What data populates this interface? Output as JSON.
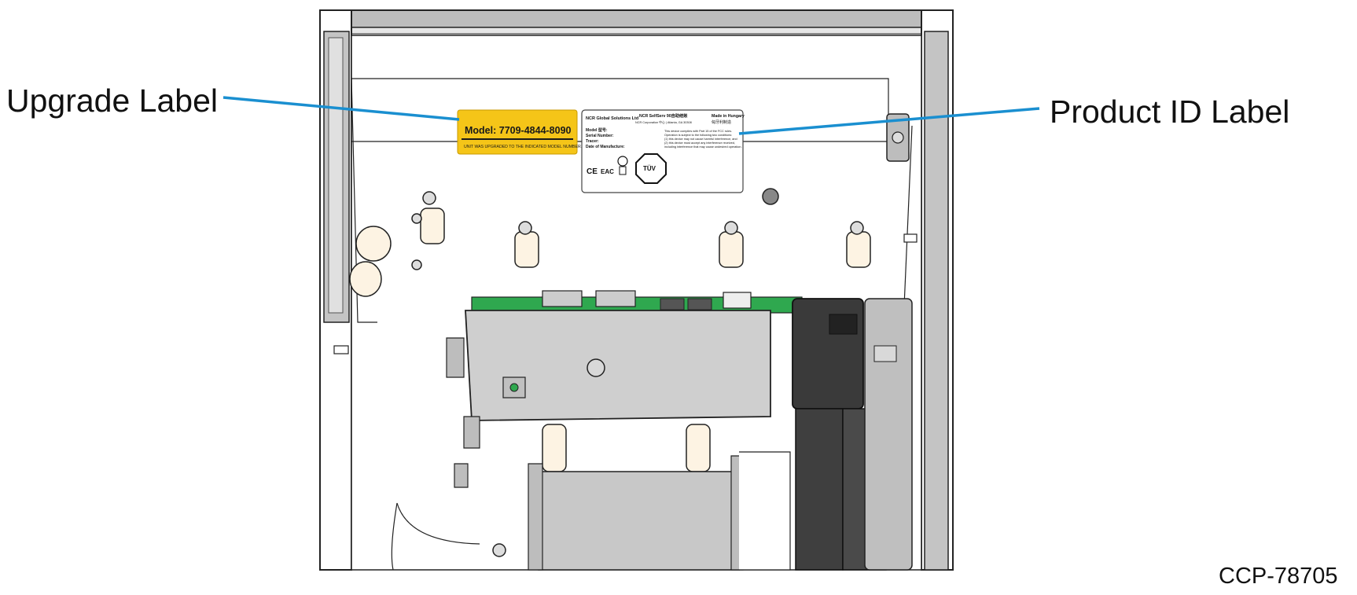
{
  "callouts": {
    "upgrade_label": "Upgrade Label",
    "product_id_label": "Product ID Label"
  },
  "figure_id": "CCP-78705",
  "upgrade_label": {
    "model_line": "Model: 7709-4844-8090",
    "footer_line": "UNIT WAS UPGRADED TO THE INDICATED MODEL NUMBER."
  },
  "product_id_label": {
    "company": "NCR Global Solutions Ltd",
    "product": "NCR SelfServ 90自助结账",
    "corporation": "NCR Corporation 中心 | Atlanta, GA 30308",
    "origin": "Made in Hungary",
    "origin_cn": "匈牙利制造",
    "fields": [
      "Model 型号:",
      "Serial Number:",
      "Tracer:",
      "Date of Manufacture:"
    ],
    "fcc_text": [
      "This device complies with Part 15 of the FCC rules.",
      "Operation is subject to the following two conditions:",
      "(1) this device may not cause harmful interference, and",
      "(2) this device must accept any interference received,",
      "including interference that may cause undesired operation."
    ],
    "marks": [
      "CE",
      "EAC",
      "TÜV"
    ]
  },
  "colors": {
    "callout_line": "#1a8fd0",
    "upgrade_label_bg": "#f5c518",
    "board_green": "#2fa84f",
    "housing_gray": "#c8c8c8",
    "housing_dark": "#3a3a3a"
  }
}
